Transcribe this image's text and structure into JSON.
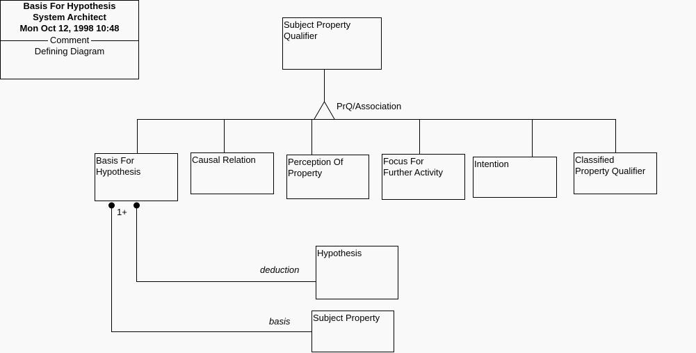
{
  "title_block": {
    "title": "Basis For Hypothesis",
    "author": "System Architect",
    "date": "Mon Oct 12, 1998  10:48",
    "comment_label": "Comment",
    "comment": "Defining Diagram"
  },
  "entities": {
    "parent": "Subject Property\nQualifier",
    "basis_for_hypothesis": "Basis For\nHypothesis",
    "causal_relation": "Causal Relation",
    "perception_of_property": "Perception Of\nProperty",
    "focus_for_further_activity": "Focus For\nFurther Activity",
    "intention": "Intention",
    "classified_property_qualifier": "Classified\nProperty Qualifier",
    "hypothesis": "Hypothesis",
    "subject_property": "Subject Property"
  },
  "relations": {
    "supertype": "PrQ/Association",
    "cardinality": "1+",
    "deduction": "deduction",
    "basis": "basis"
  }
}
